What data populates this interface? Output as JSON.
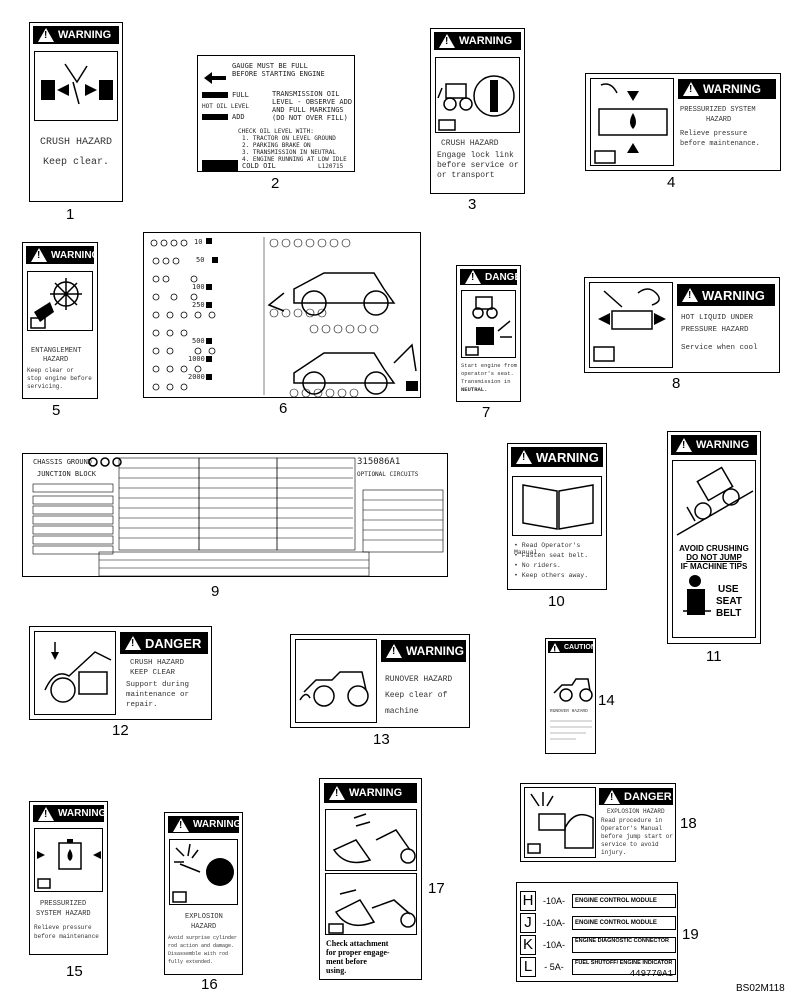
{
  "decal1": {
    "num": "1",
    "signal": "WARNING",
    "title": "CRUSH HAZARD",
    "text": "Keep clear."
  },
  "decal2": {
    "num": "2",
    "l1": "GAUGE MUST BE FULL",
    "l2": "BEFORE STARTING ENGINE",
    "full": "FULL",
    "hot": "HOT OIL LEVEL",
    "add": "ADD",
    "r1": "TRANSMISSION OIL",
    "r2": "LEVEL - OBSERVE ADD",
    "r3": "AND FULL MARKINGS",
    "r4": "(DO NOT OVER FILL)",
    "c0": "CHECK OIL LEVEL WITH:",
    "c1": "1. TRACTOR ON LEVEL GROUND",
    "c2": "2. PARKING BRAKE ON",
    "c3": "3. TRANSMISSION IN NEUTRAL",
    "c4": "4. ENGINE RUNNING AT LOW IDLE",
    "cold": "COLD OIL",
    "part": "L120715"
  },
  "decal3": {
    "num": "3",
    "signal": "WARNING",
    "l1": "CRUSH HAZARD",
    "l2": "Engage lock link",
    "l3": "before service or",
    "l4": "or transport"
  },
  "decal4": {
    "num": "4",
    "signal": "WARNING",
    "l1": "PRESSURIZED SYSTEM",
    "l2": "HAZARD",
    "l3": "Relieve pressure",
    "l4": "before maintenance."
  },
  "decal5": {
    "num": "5",
    "signal": "WARNING",
    "l1": "ENTANGLEMENT",
    "l2": "HAZARD",
    "l3": "Keep clear or",
    "l4": "stop engine before",
    "l5": "servicing."
  },
  "decal6": {
    "num": "6",
    "labels": [
      "10",
      "50",
      "100",
      "250",
      "500",
      "1000",
      "2000"
    ]
  },
  "decal7": {
    "num": "7",
    "signal": "DANGER",
    "l1": "Start engine from",
    "l2": "operator's seat.",
    "l3": "Transmission in",
    "l4": "NEUTRAL."
  },
  "decal8": {
    "num": "8",
    "signal": "WARNING",
    "l1": "HOT LIQUID UNDER",
    "l2": "PRESSURE HAZARD",
    "l3": "Service when cool"
  },
  "decal9": {
    "num": "9",
    "chassis": "CHASSIS GROUND",
    "junction": "JUNCTION BLOCK",
    "part": "315086A1",
    "optional": "OPTIONAL CIRCUITS"
  },
  "decal10": {
    "num": "10",
    "signal": "WARNING",
    "b1": "• Read Operator's Manual.",
    "b2": "• Fasten seat belt.",
    "b3": "• No riders.",
    "b4": "• Keep others away."
  },
  "decal11": {
    "num": "11",
    "signal": "WARNING",
    "l1": "AVOID CRUSHING",
    "l2": "DO NOT JUMP",
    "l3": "IF MACHINE TIPS",
    "l4": "USE",
    "l5": "SEAT",
    "l6": "BELT"
  },
  "decal12": {
    "num": "12",
    "signal": "DANGER",
    "l1": "CRUSH HAZARD",
    "l2": "KEEP CLEAR",
    "l3": "Support during",
    "l4": "maintenance or",
    "l5": "repair."
  },
  "decal13": {
    "num": "13",
    "signal": "WARNING",
    "l1": "RUNOVER HAZARD",
    "l2": "Keep clear of",
    "l3": "machine"
  },
  "decal14": {
    "num": "14",
    "signal": "CAUTION",
    "l1": "RUNOVER HAZARD"
  },
  "decal15": {
    "num": "15",
    "signal": "WARNING",
    "l1": "PRESSURIZED",
    "l2": "SYSTEM HAZARD",
    "l3": "Relieve pressure",
    "l4": "before maintenance"
  },
  "decal16": {
    "num": "16",
    "signal": "WARNING",
    "l1": "EXPLOSION",
    "l2": "HAZARD",
    "l3": "Avoid surprise cylinder",
    "l4": "rod action and damage.",
    "l5": "Disassemble with rod",
    "l6": "fully extended."
  },
  "decal17": {
    "num": "17",
    "signal": "WARNING",
    "l1": "Check attachment",
    "l2": "for proper engage-",
    "l3": "ment before",
    "l4": "using."
  },
  "decal18": {
    "num": "18",
    "signal": "DANGER",
    "l1": "EXPLOSION HAZARD",
    "l2": "Read procedure in",
    "l3": "Operator's Manual",
    "l4": "before jump start or",
    "l5": "service to avoid",
    "l6": "injury."
  },
  "decal19": {
    "num": "19",
    "part": "449770A1",
    "rows": [
      {
        "k": "H",
        "v": "-10A-",
        "d": "ENGINE CONTROL MODULE"
      },
      {
        "k": "J",
        "v": "-10A-",
        "d": "ENGINE CONTROL MODULE"
      },
      {
        "k": "K",
        "v": "-10A-",
        "d": "ENGINE DIAGNOSTIC CONNECTOR"
      },
      {
        "k": "L",
        "v": "- 5A-",
        "d": "FUEL SHUTOFF/ ENGINE INDICATOR"
      }
    ]
  },
  "figure_id": "BS02M118"
}
